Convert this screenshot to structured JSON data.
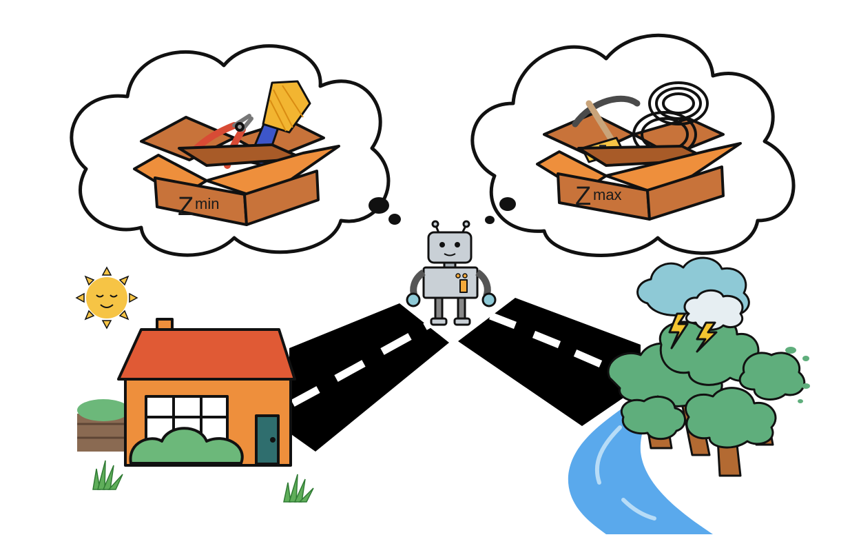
{
  "scene": {
    "left_box": {
      "big_letter": "Z",
      "subscript": "min",
      "tools": [
        "pliers-icon",
        "paintbrush-icon"
      ]
    },
    "right_box": {
      "big_letter": "Z",
      "subscript": "max",
      "tools": [
        "pickaxe-icon",
        "rope-icon",
        "tape-measure-icon"
      ]
    }
  },
  "colors": {
    "outline": "#111111",
    "box": "#c8733a",
    "box_dark": "#a85b28",
    "roof": "#e05a35",
    "house_wall": "#ee8f3c",
    "bush": "#6cb87a",
    "sun": "#f6c445",
    "road": "#000000",
    "river": "#5aa9ec",
    "tree_leaves": "#5fae7c",
    "tree_trunk": "#b36a32",
    "cloud_blue": "#8ec9d6",
    "lightning": "#f4c430",
    "robot_body": "#c9d0d6"
  }
}
